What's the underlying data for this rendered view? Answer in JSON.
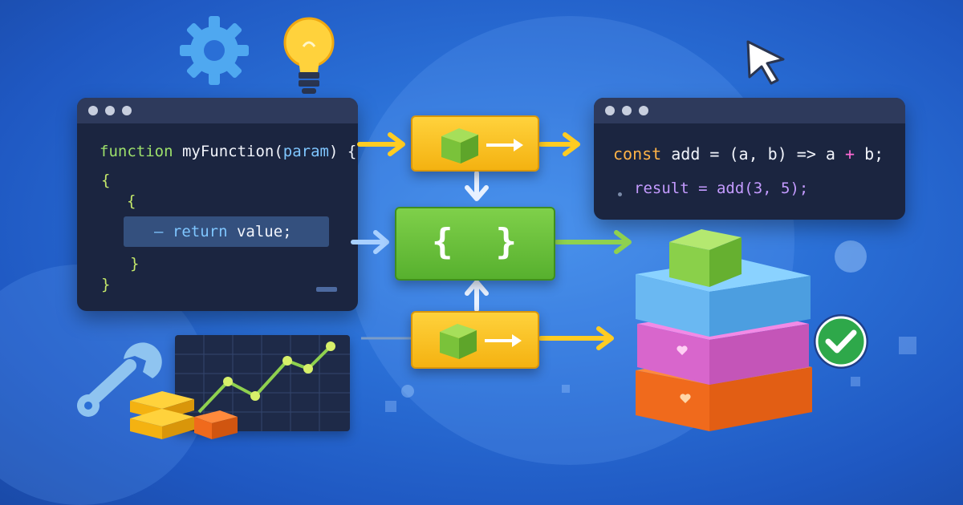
{
  "code_window_left": {
    "line1_keyword": "function",
    "line1_name": " myFunction(",
    "line1_param": "param",
    "line1_end": ") {",
    "line2": "{",
    "line3": "{",
    "line4_marker": "—",
    "line4_keyword": "return",
    "line4_value": " value;",
    "line5": "}",
    "line6": "}"
  },
  "code_window_right": {
    "line1_keyword": "const",
    "line1_rest": " add = (a, b) => a ",
    "line1_op": "+",
    "line1_end": " b;",
    "line2": "result = add(3, 5);"
  },
  "center_block": {
    "braces": "{  }"
  },
  "icons": [
    "gear-icon",
    "lightbulb-icon",
    "cursor-icon",
    "wrench-icon",
    "check-icon",
    "heart-icon"
  ],
  "colors": {
    "background": "#2a6fd6",
    "window": "#1b2540",
    "yellow_box": "#f4b211",
    "green_box": "#57b02e",
    "check_badge": "#2ea84a"
  }
}
